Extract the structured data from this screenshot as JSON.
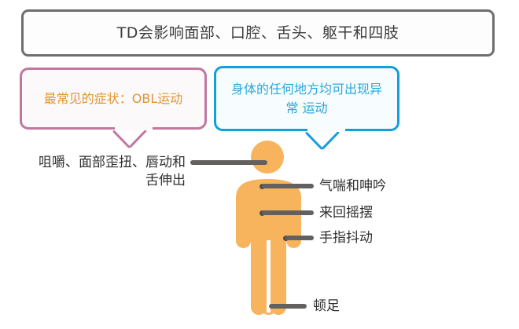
{
  "headline": {
    "text": "TD会影响面部、口腔、舌头、躯干和四肢",
    "border_color": "#6e6e6e",
    "text_color": "#3c3c3c"
  },
  "callouts": [
    {
      "id": "most-common-symptom",
      "text": "最常见的症状：OBL运动",
      "border_color": "#c0789f",
      "text_color": "#e2952f",
      "fill_color": "#fcf9fb"
    },
    {
      "id": "anywhere-on-body",
      "line1": "身体的任何地方均可出现异常",
      "line2": "运动",
      "border_color": "#139fdb",
      "text_color": "#29a8dd",
      "fill_color": "#f7fdff"
    }
  ],
  "figure": {
    "name": "human-body-silhouette",
    "color": "#f8b45c"
  },
  "annotations": {
    "left": [
      {
        "id": "head-face-symptoms",
        "line1": "咀嚼、面部歪扭、唇动和",
        "line2": "舌伸出"
      }
    ],
    "right": [
      {
        "id": "breathing-groaning",
        "text": "气喘和呻吟"
      },
      {
        "id": "rocking-back-forth",
        "text": "来回摇摆"
      },
      {
        "id": "finger-tremor",
        "text": "手指抖动"
      },
      {
        "id": "foot-stamping",
        "text": "顿足"
      }
    ]
  },
  "colors": {
    "leader_line": "#62615f",
    "label_text": "#2f2f2f",
    "background": "#ffffff"
  }
}
